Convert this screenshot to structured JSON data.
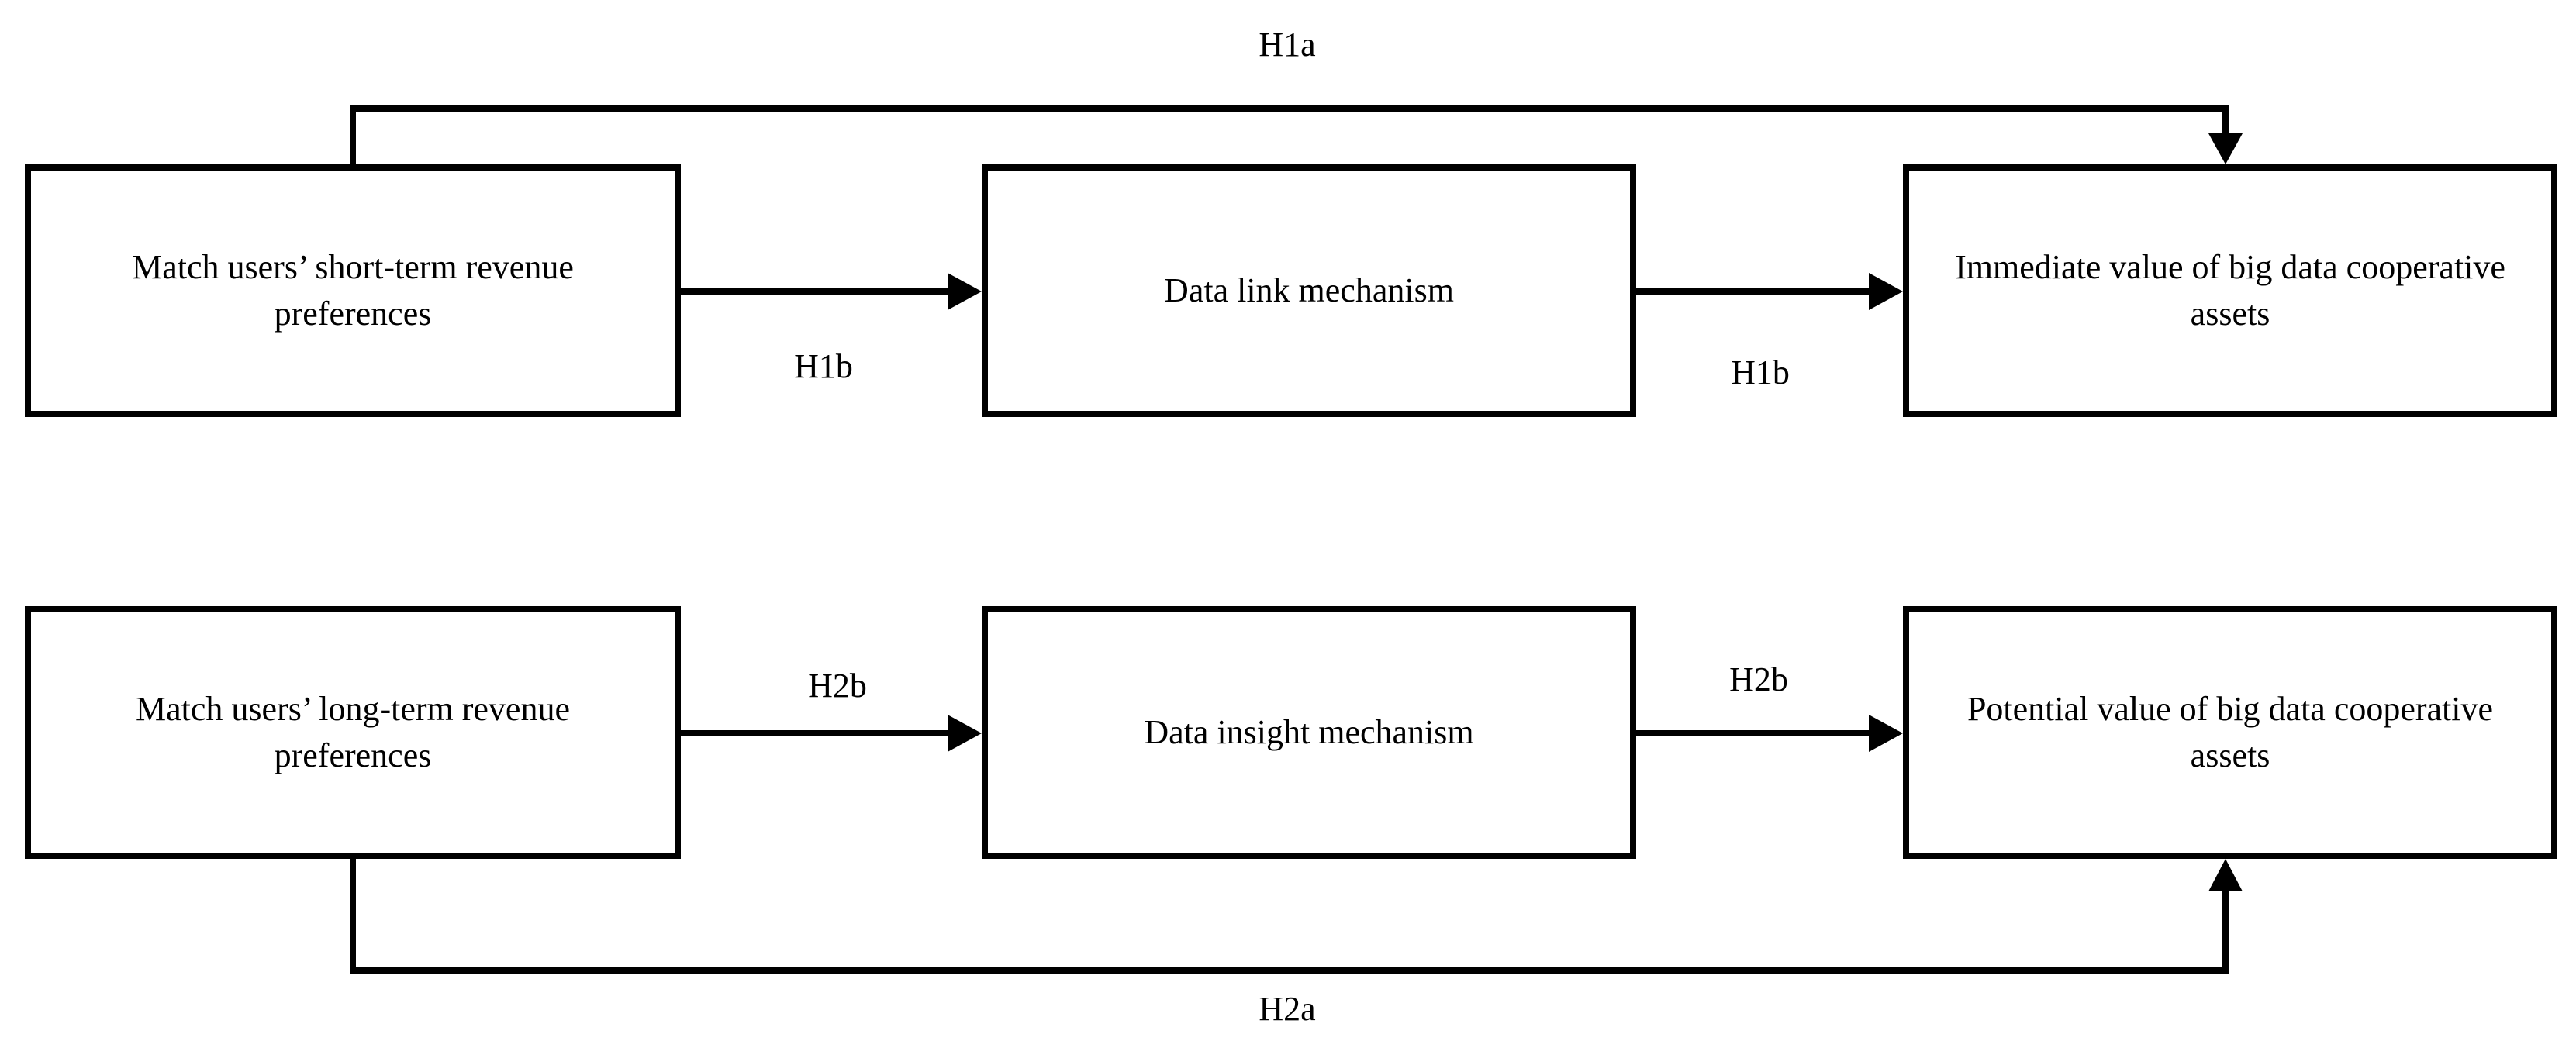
{
  "diagram": {
    "boxes": {
      "short_term": "Match users’ short-term revenue\npreferences",
      "link_mechanism": "Data link mechanism",
      "immediate_value": "Immediate value of big data cooperative\nassets",
      "long_term": "Match users’ long-term revenue\npreferences",
      "insight_mechanism": "Data insight mechanism",
      "potential_value": "Potential value of big data cooperative\nassets"
    },
    "labels": {
      "h1a": "H1a",
      "h1b_left": "H1b",
      "h1b_right": "H1b",
      "h2b_left": "H2b",
      "h2b_right": "H2b",
      "h2a": "H2a"
    }
  }
}
